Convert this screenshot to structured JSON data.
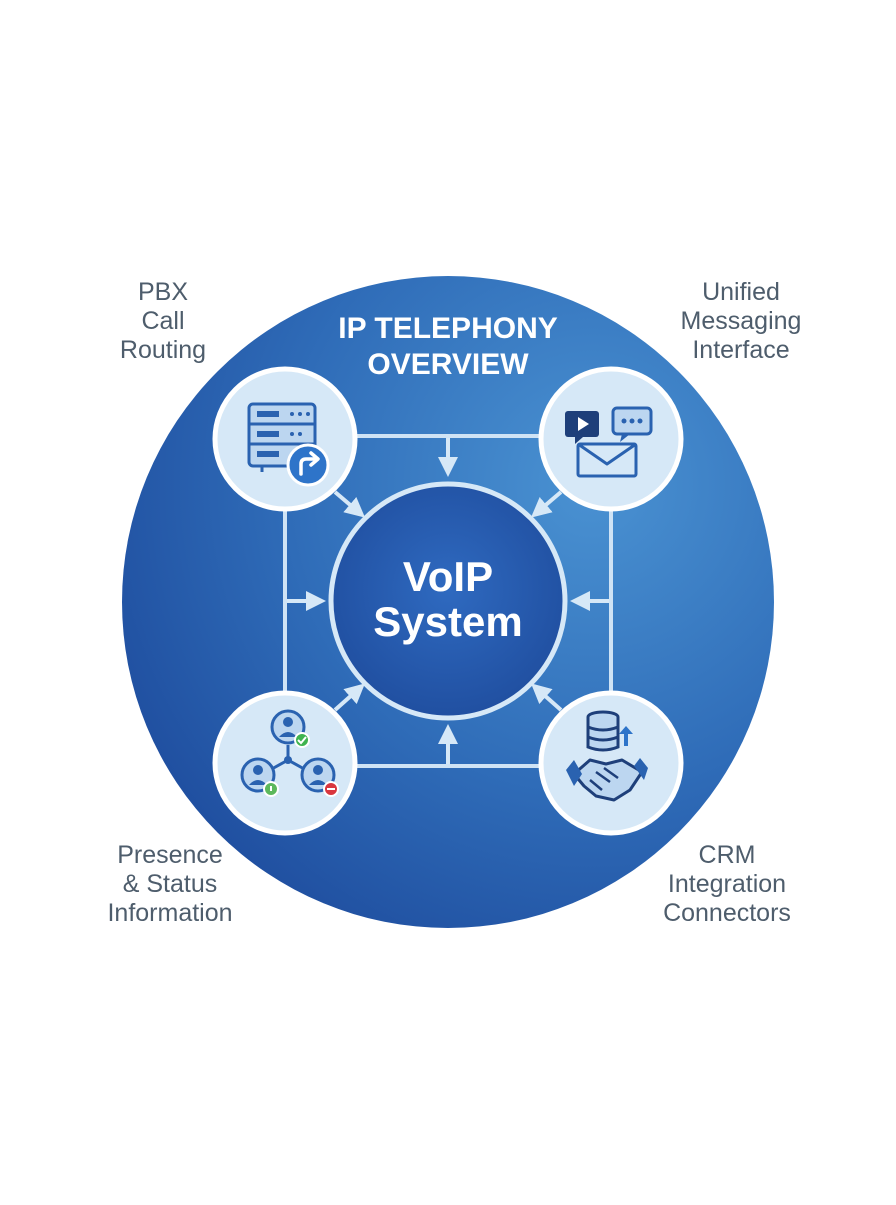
{
  "title": [
    "IP TELEPHONY",
    "OVERVIEW"
  ],
  "center": [
    "VoIP",
    "System"
  ],
  "colors": {
    "disc_light": "#3f86c9",
    "disc_dark": "#1f4f9f",
    "line": "#cfe3f5",
    "node_fill": "#d6e8f7",
    "icon_blue": "#2a62b0",
    "icon_dark": "#1e3f7a",
    "ok_green": "#3fb34f",
    "warn_green": "#5cb85c",
    "stop_red": "#d9363e",
    "label_text": "#4e5d6c"
  },
  "nodes": [
    {
      "id": "pbx",
      "icon": "server-rack-call-routing-icon",
      "label": [
        "PBX",
        "Call",
        "Routing"
      ]
    },
    {
      "id": "unified",
      "icon": "video-chat-envelope-icon",
      "label": [
        "Unified",
        "Messaging",
        "Interface"
      ]
    },
    {
      "id": "presence",
      "icon": "user-presence-network-icon",
      "label": [
        "Presence",
        "& Status",
        "Information"
      ]
    },
    {
      "id": "crm",
      "icon": "database-handshake-icon",
      "label": [
        "CRM",
        "Integration",
        "Connectors"
      ]
    }
  ]
}
